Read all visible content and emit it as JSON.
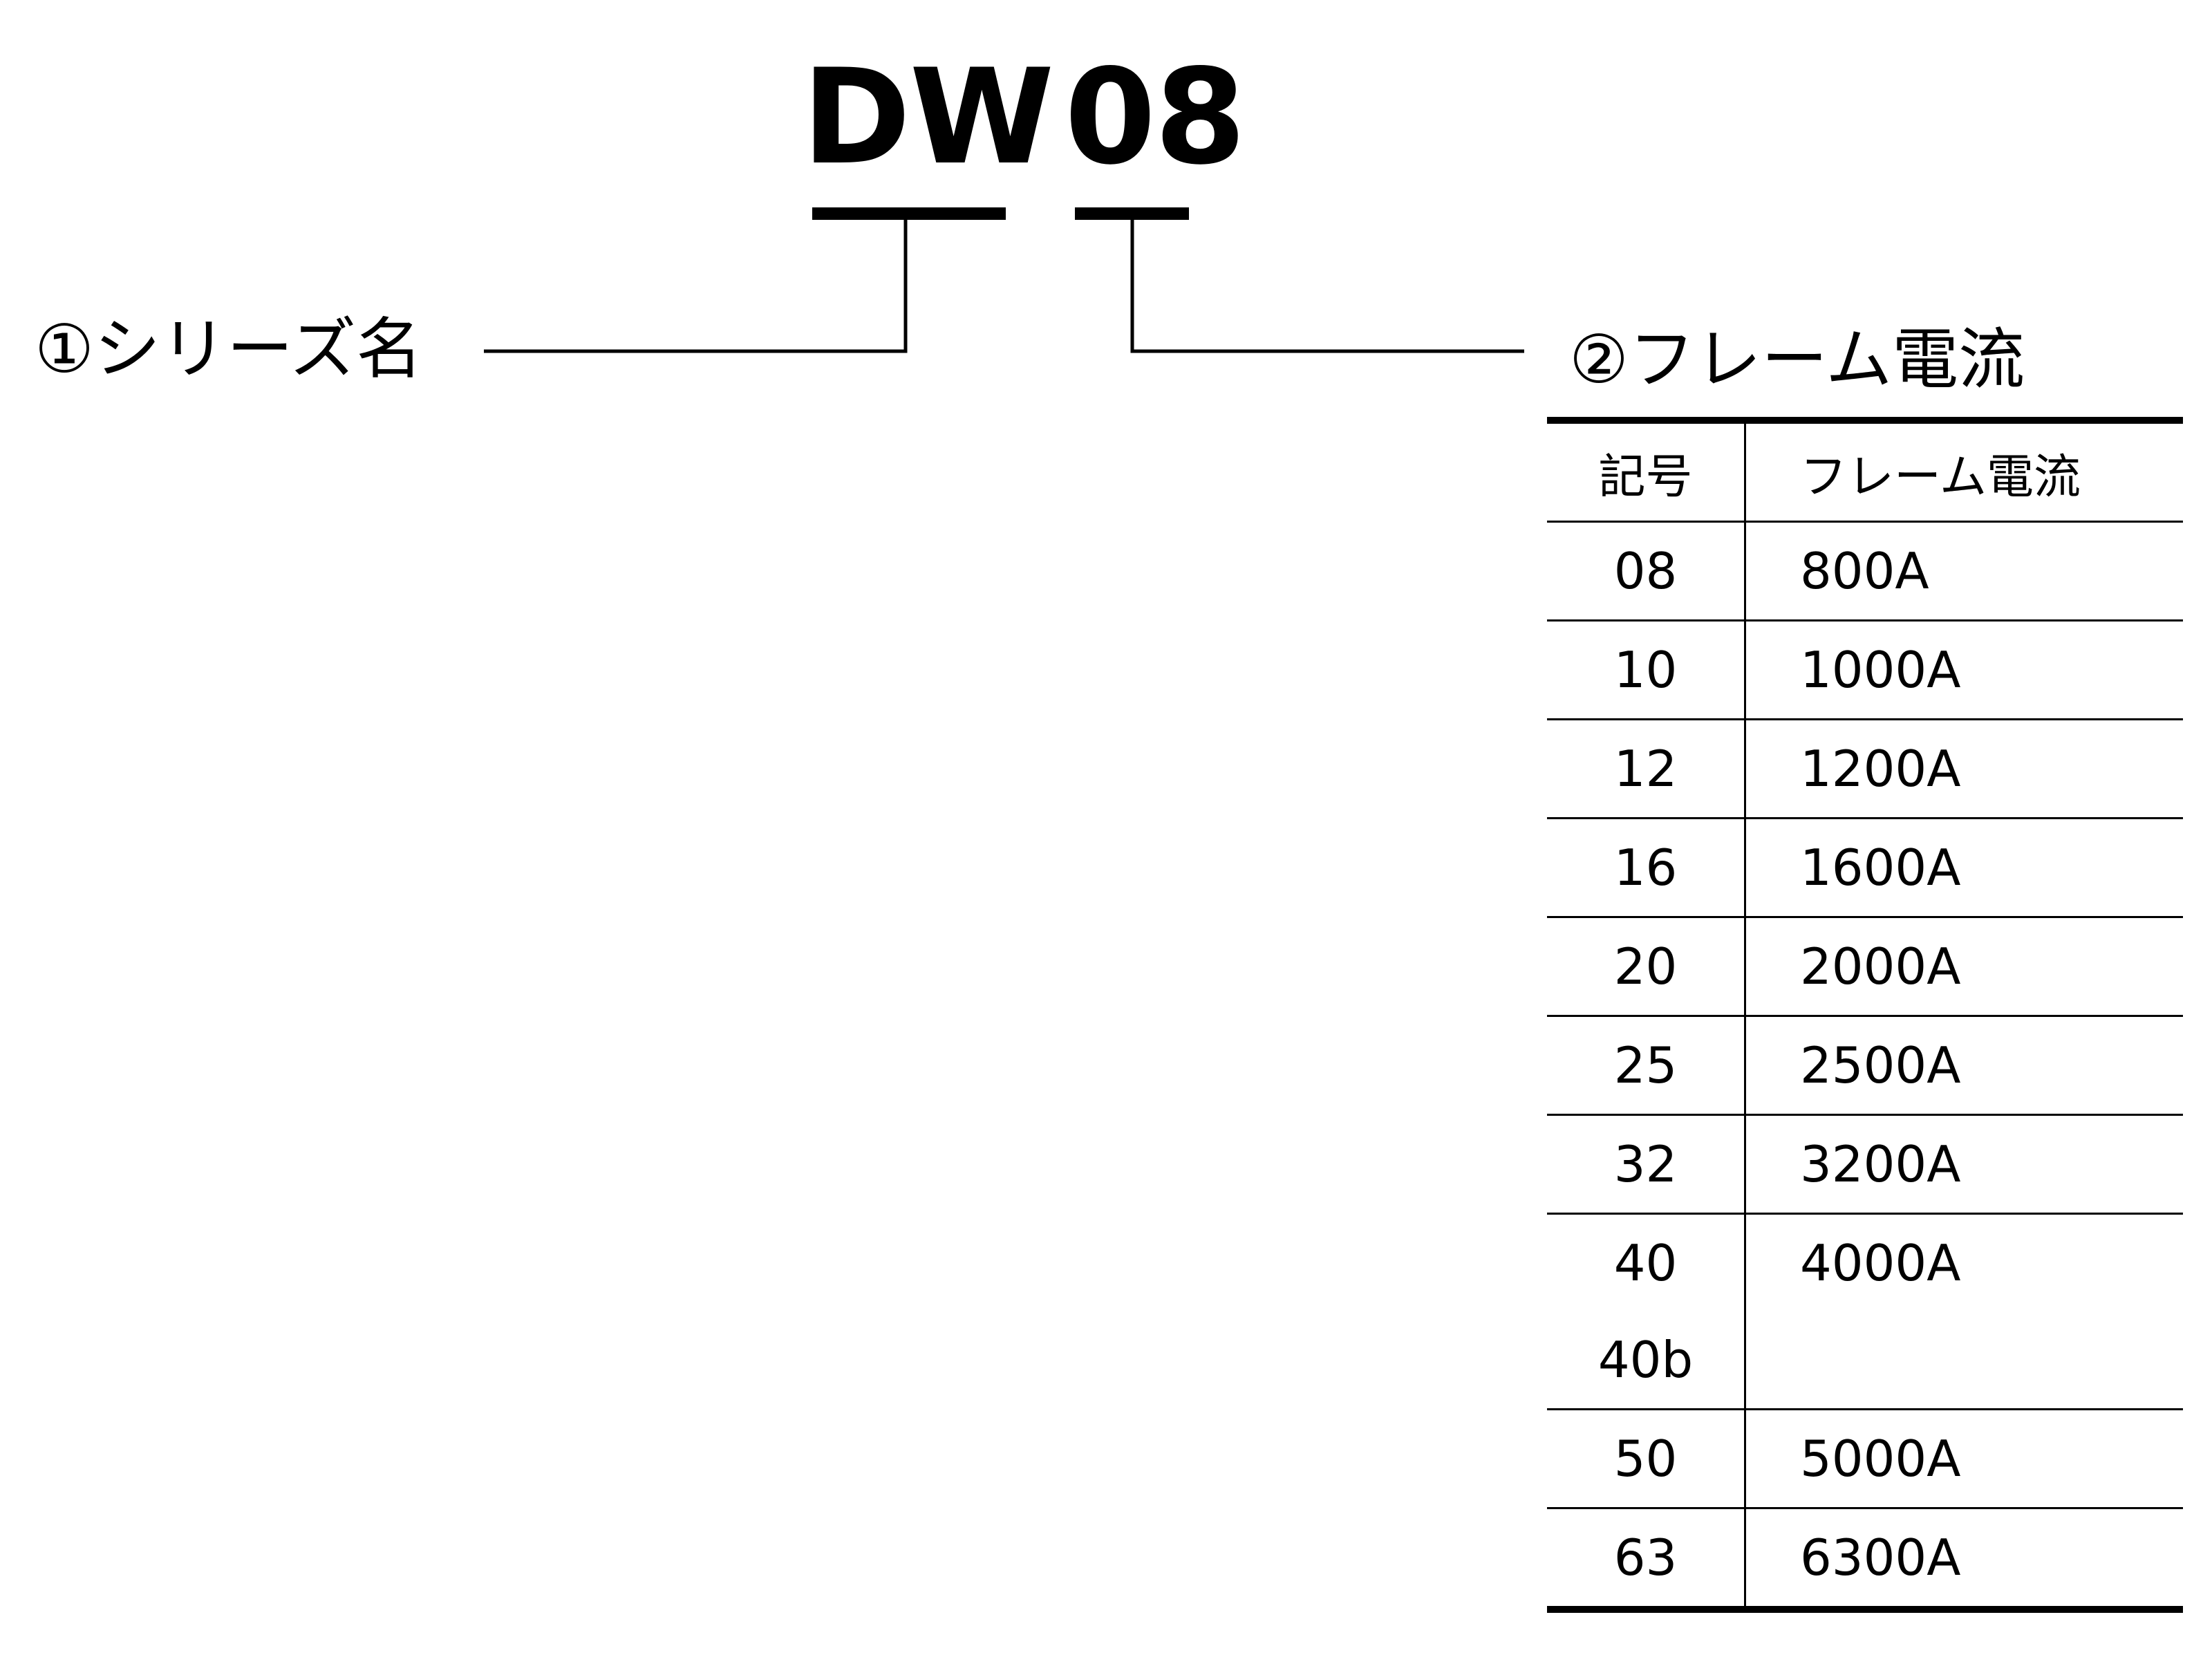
{
  "model_code": {
    "series": "DW",
    "frame": "08"
  },
  "callouts": {
    "series": "①シリーズ名",
    "frame": "②フレーム電流"
  },
  "table": {
    "headers": {
      "code": "記号",
      "current": "フレーム電流"
    },
    "rows": [
      {
        "code": "08",
        "code_extra": "",
        "current": "800A"
      },
      {
        "code": "10",
        "code_extra": "",
        "current": "1000A"
      },
      {
        "code": "12",
        "code_extra": "",
        "current": "1200A"
      },
      {
        "code": "16",
        "code_extra": "",
        "current": "1600A"
      },
      {
        "code": "20",
        "code_extra": "",
        "current": "2000A"
      },
      {
        "code": "25",
        "code_extra": "",
        "current": "2500A"
      },
      {
        "code": "32",
        "code_extra": "",
        "current": "3200A"
      },
      {
        "code": "40",
        "code_extra": "40b",
        "current": "4000A"
      },
      {
        "code": "50",
        "code_extra": "",
        "current": "5000A"
      },
      {
        "code": "63",
        "code_extra": "",
        "current": "6300A"
      }
    ]
  }
}
